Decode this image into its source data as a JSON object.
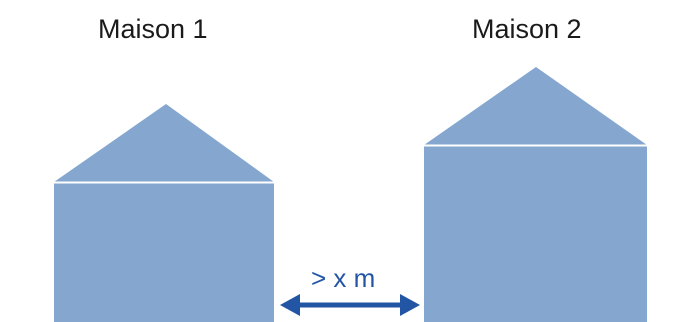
{
  "houses": [
    {
      "label": "Maison 1"
    },
    {
      "label": "Maison 2"
    }
  ],
  "distance": {
    "label": "> x m"
  },
  "colors": {
    "house_fill": "#84a6cf",
    "roof_line": "#ffffff",
    "arrow": "#2355a5",
    "text": "#1a1a1a",
    "background": "#ffffff"
  }
}
